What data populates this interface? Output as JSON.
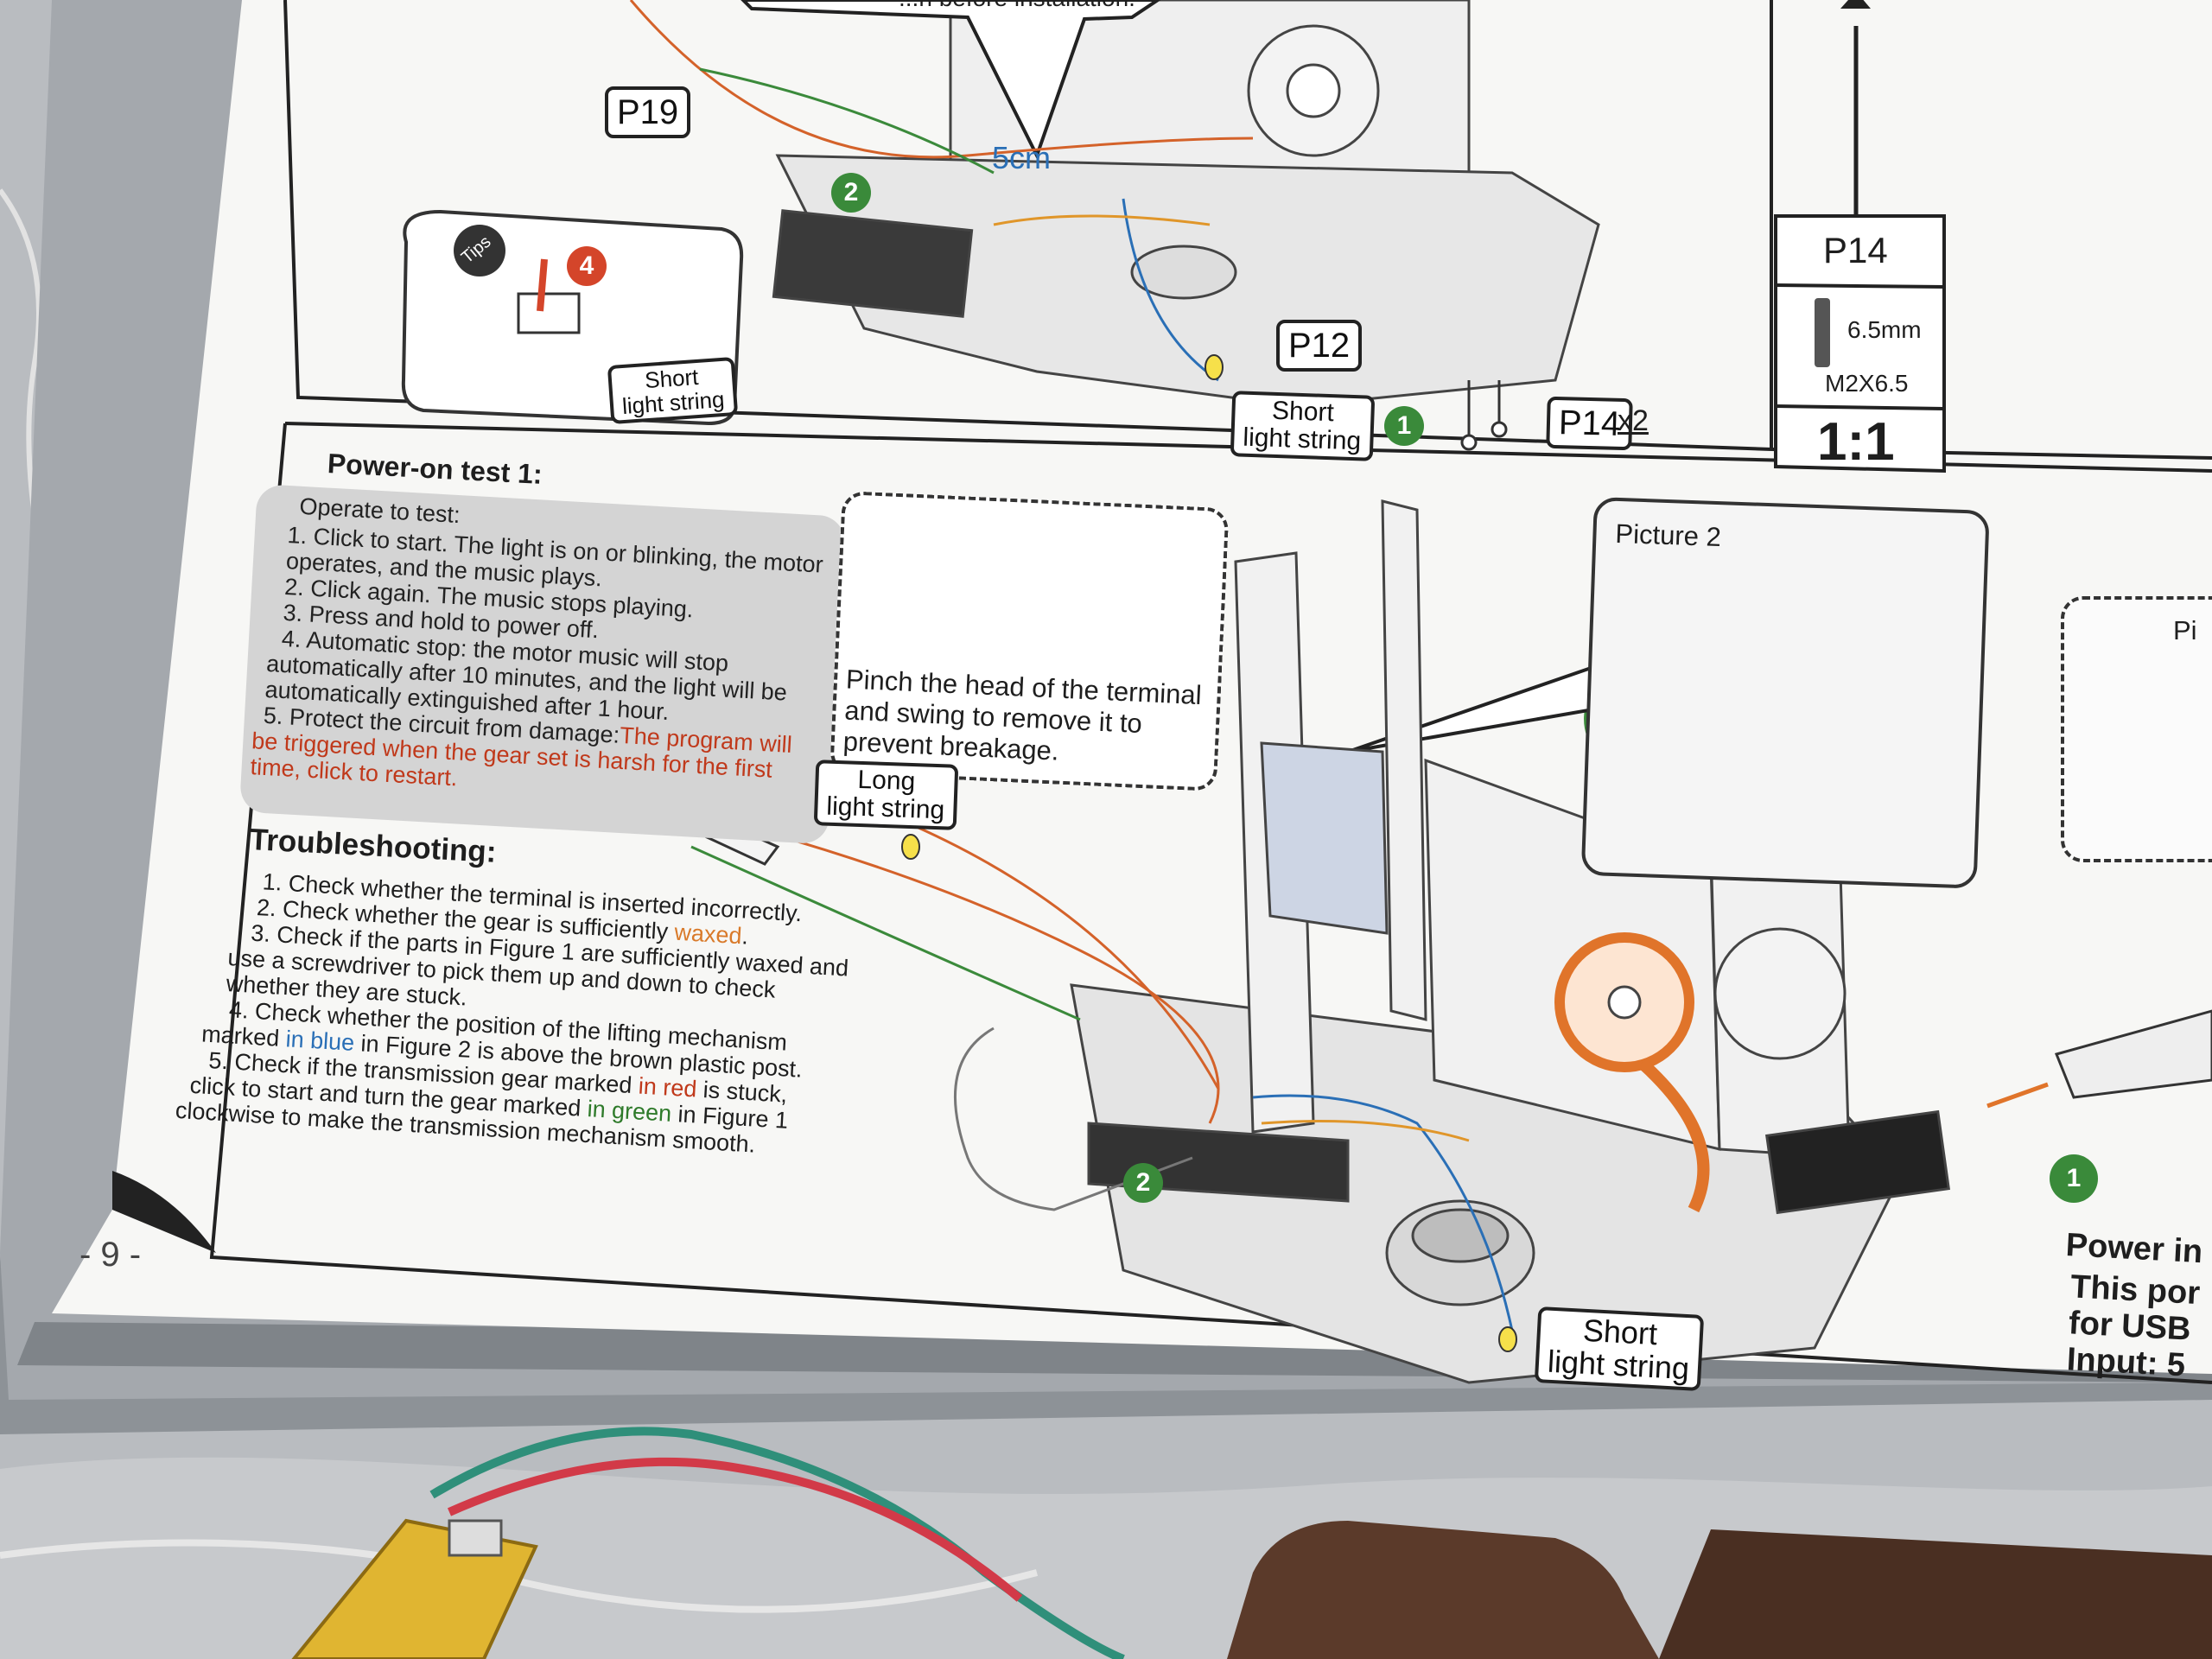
{
  "top_section": {
    "partial_notice": "...n before installation.",
    "part_labels": {
      "p19": "P19",
      "p12": "P12",
      "p14_count": "P14",
      "p14_multiplier": "x2"
    },
    "measurement": "5cm",
    "step_two": "2",
    "step_one": "1",
    "step_four": "4",
    "tips_badge": "Tips",
    "short_light_string_a": "Short\nlight string",
    "short_light_string_b": "Short\nlight string"
  },
  "parts_card": {
    "title": "P14",
    "length": "6.5mm",
    "spec": "M2X6.5",
    "scale": "1:1"
  },
  "power_on_test": {
    "title": "Power-on test 1:",
    "intro": "Operate to test:",
    "lines": [
      "1. Click to start. The light is on or blinking, the motor",
      "operates, and the music plays.",
      "2. Click again. The music stops playing.",
      "3. Press and hold to power off.",
      "4. Automatic stop: the motor music will stop",
      "automatically after 10 minutes, and the light will be",
      "automatically extinguished after 1 hour.",
      "5. Protect the circuit from damage:"
    ],
    "warning_inline": "The program will",
    "warning_lines": [
      "be triggered when the gear set is harsh for the first",
      "time, click to restart."
    ]
  },
  "tips_panel": {
    "badge": "Tips",
    "lines": [
      "Pinch the head of the terminal",
      "and swing to remove it to",
      "prevent breakage."
    ]
  },
  "long_light_string": "Long\nlight string",
  "picture_two": {
    "title": "Picture 2"
  },
  "troubleshooting": {
    "title": "Troubleshooting:",
    "line1": "1. Check whether the terminal is inserted incorrectly.",
    "line2_a": "2. Check whether the gear is sufficiently ",
    "line2_waxed": "waxed",
    "line2_b": ".",
    "line3": "3. Check if the parts in Figure 1 are sufficiently waxed and",
    "line4": "use a screwdriver to pick them up and down to check",
    "line5": "whether they are stuck.",
    "line6": "4. Check whether the position of the lifting mechanism",
    "line7_a": "marked ",
    "line7_blue": "in blue",
    "line7_b": " in Figure 2 is above the brown plastic post.",
    "line8_a": "5. Check if the transmission gear marked ",
    "line8_red": "in red",
    "line8_b": " is stuck,",
    "line9_a": "click to start and turn the gear marked ",
    "line9_green": "in green",
    "line9_b": " in Figure 1",
    "line10": "clockwise to make the transmission mechanism smooth."
  },
  "bottom_labels": {
    "step_two": "2",
    "short_light_string": "Short\nlight string",
    "page_number": "- 9 -",
    "step_one": "1"
  },
  "right_edge": {
    "line1": "Power in",
    "line2": "This por",
    "line3": "for USB",
    "line4": "Input: 5"
  },
  "colors": {
    "warning_red": "#c0391b",
    "wax_orange": "#d97a2a",
    "mark_blue": "#2a6fb6",
    "mark_green": "#2e7a2a",
    "step_green": "#3a8a3a"
  }
}
